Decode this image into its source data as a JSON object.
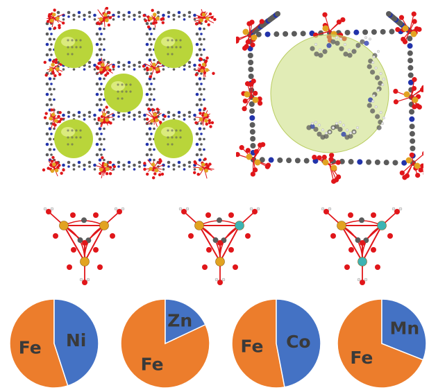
{
  "colors": {
    "fe": "#ec7d2c",
    "second_metal": "#4472c4",
    "cage": "#b9d53a",
    "oxygen": "#e0161a",
    "carbon": "#5b5b5b",
    "nitrogen": "#2233aa",
    "hydrogen": "#e8e8e8",
    "metal_orange": "#e2a321",
    "metal_cyan": "#3cb4b4",
    "label_text": "#3a3a3a"
  },
  "pies": [
    {
      "fe_fraction": 0.55,
      "fe_label": "Fe",
      "metal_label": "Ni"
    },
    {
      "fe_fraction": 0.82,
      "fe_label": "Fe",
      "metal_label": "Zn"
    },
    {
      "fe_fraction": 0.53,
      "fe_label": "Fe",
      "metal_label": "Co"
    },
    {
      "fe_fraction": 0.69,
      "fe_label": "Fe",
      "metal_label": "Mn"
    }
  ],
  "clusters": [
    {
      "metals": [
        "orange",
        "orange",
        "orange"
      ]
    },
    {
      "metals": [
        "orange",
        "cyan",
        "orange"
      ]
    },
    {
      "metals": [
        "orange",
        "cyan",
        "cyan"
      ]
    }
  ]
}
